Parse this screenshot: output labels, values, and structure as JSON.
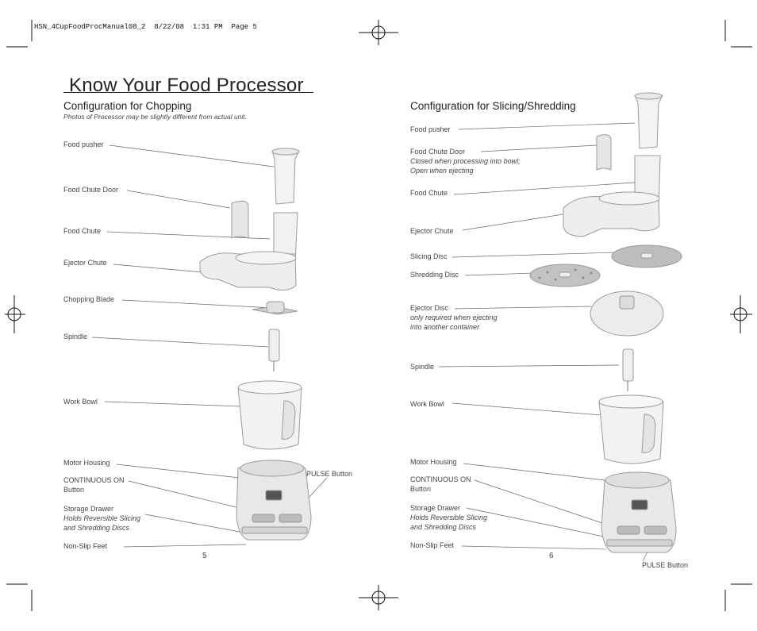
{
  "slug": "HSN_4CupFoodProcManual08_2  8/22/08  1:31 PM  Page 5",
  "title": "Know Your Food Processor",
  "left": {
    "heading": "Configuration for Chopping",
    "subtitle": "Photos of Processor may be slightly different from actual unit.",
    "labels": {
      "food_pusher": "Food pusher",
      "food_chute_door": "Food Chute Door",
      "food_chute": "Food Chute",
      "ejector_chute": "Ejector Chute",
      "chopping_blade": "Chopping Blade",
      "spindle": "Spindle",
      "work_bowl": "Work Bowl",
      "motor_housing": "Motor Housing",
      "continuous_on_1": "CONTINUOUS ON",
      "continuous_on_2": "Button",
      "pulse_button": "PULSE Button",
      "storage_drawer": "Storage Drawer",
      "storage_note_1": "Holds Reversible Slicing",
      "storage_note_2": "and Shredding Discs",
      "non_slip_feet": "Non-Slip Feet"
    },
    "page_number": "5"
  },
  "right": {
    "heading": "Configuration for Slicing/Shredding",
    "labels": {
      "food_pusher": "Food pusher",
      "food_chute_door": "Food Chute Door",
      "door_note_1": "Closed when processing into bowl;",
      "door_note_2": "Open when ejecting",
      "food_chute": "Food Chute",
      "ejector_chute": "Ejector Chute",
      "slicing_disc": "Slicing Disc",
      "shredding_disc": "Shredding Disc",
      "ejector_disc": "Ejector Disc",
      "ejector_note_1": "only required when ejecting",
      "ejector_note_2": "into another container",
      "spindle": "Spindle",
      "work_bowl": "Work Bowl",
      "motor_housing": "Motor Housing",
      "continuous_on_1": "CONTINUOUS ON",
      "continuous_on_2": "Button",
      "storage_drawer": "Storage Drawer",
      "storage_note_1": "Holds Reversible Slicing",
      "storage_note_2": "and Shredding Discs",
      "non_slip_feet": "Non-Slip Feet",
      "pulse_button": "PULSE Button"
    },
    "page_number": "6"
  }
}
